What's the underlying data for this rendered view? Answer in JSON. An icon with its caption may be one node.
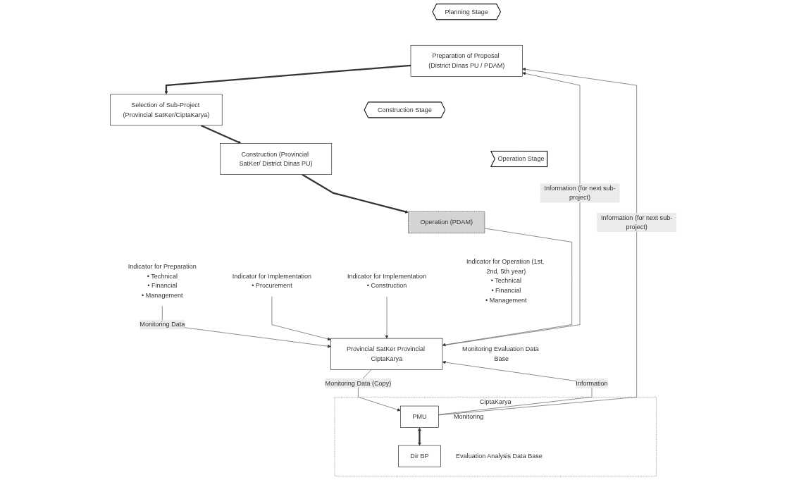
{
  "diagram": {
    "nodes": [
      {
        "text": [
          "Planning Stage"
        ]
      },
      {
        "text": [
          "Construction Stage"
        ]
      },
      {
        "text": [
          "Operation Stage"
        ]
      },
      {
        "text": [
          "Preparation of Proposal (District Dinas PU / PDAM)"
        ]
      },
      {
        "text": [
          "Selection of Sub-Project (Provincial SatKer/CiptaKarya)"
        ]
      },
      {
        "text": [
          "Construction (Provincial SatKer/ District Dinas PU)"
        ]
      },
      {
        "text": [
          "Operation (PDAM)"
        ]
      },
      {
        "text": [
          "Indicator for Preparation",
          "• Technical",
          "• Financial",
          "• Management"
        ]
      },
      {
        "text": [
          "Indicator for Implementation",
          "• Procurement"
        ]
      },
      {
        "text": [
          "Indicator for Implementation",
          "• Construction"
        ]
      },
      {
        "text": [
          "Indicator for Operation (1st, 2nd, 5th year)",
          "• Technical",
          "• Financial",
          "• Management"
        ]
      },
      {
        "text": [
          "Provincial SatKer Provincial CiptaKarya"
        ],
        "beside": [
          "Monitoring Evaluation Data Base"
        ]
      },
      {
        "text": [
          "CiptaKarya"
        ]
      },
      {
        "text": [
          "PMU"
        ],
        "in": 12,
        "beside": [
          "Monitoring"
        ]
      },
      {
        "text": [
          "Dir BP"
        ],
        "in": 12,
        "beside": [
          "Evaluation Analysis Data Base"
        ]
      }
    ],
    "edges": [
      {
        "from": 3,
        "to": 4,
        "arrow": "to",
        "style": "thick"
      },
      {
        "from": 4,
        "to": 5,
        "arrow": "to",
        "style": "thick"
      },
      {
        "from": 5,
        "to": 6,
        "arrow": "to",
        "style": "thick"
      },
      {
        "from": 7,
        "to": 11,
        "arrow": "to",
        "label": "Monitoring Data"
      },
      {
        "from": 8,
        "to": 11,
        "arrow": "to"
      },
      {
        "from": 9,
        "to": 11,
        "arrow": "to"
      },
      {
        "from": 6,
        "to": 11,
        "arrow": "to"
      },
      {
        "from": 11,
        "to": 3,
        "arrow": "to",
        "label": "Information (for next sub-project)"
      },
      {
        "from": 13,
        "to": 11,
        "arrow": "to",
        "label": "Information"
      },
      {
        "from": 11,
        "to": 13,
        "arrow": "to",
        "label": "Monitoring Data (Copy)"
      },
      {
        "from": 13,
        "to": 3,
        "arrow": "to",
        "label": "Information (for next sub-project)"
      },
      {
        "from": 13,
        "to": 14,
        "arrow": "both",
        "style": "thick"
      }
    ]
  }
}
